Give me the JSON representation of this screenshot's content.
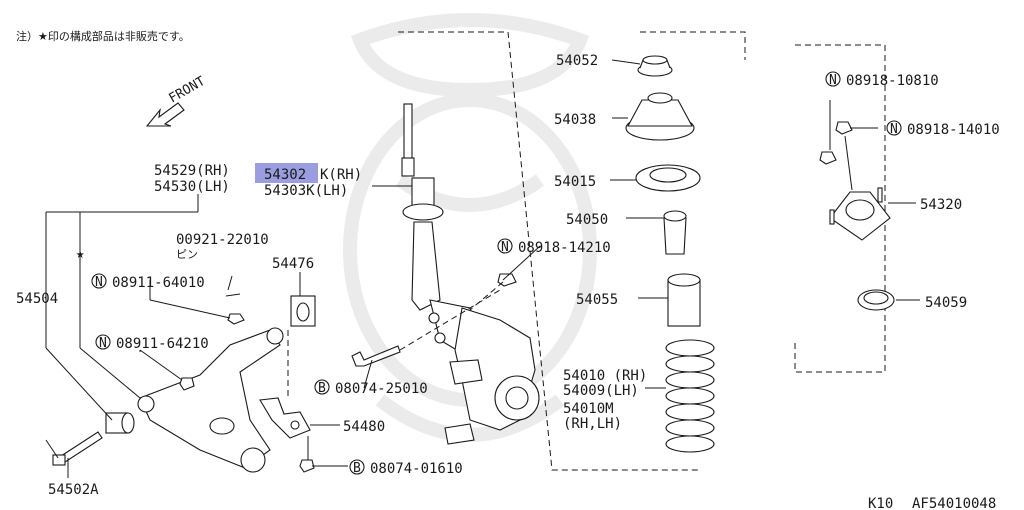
{
  "note": "注）★印の構成部品は非販売です。",
  "front_label": "FRONT",
  "highlight_color": "#9a9ee0",
  "labels": {
    "p54052": "54052",
    "p54038": "54038",
    "p54015": "54015",
    "p54050": "54050",
    "p54055": "54055",
    "p54010_rh": "54010 (RH)",
    "p54009_lh": "54009(LH)",
    "p54010m": "54010M",
    "p54010m_sub": "(RH,LH)",
    "p54320": "54320",
    "p54059": "54059",
    "bolt_10810": "08918-10810",
    "bolt_14010": "08918-14010",
    "bolt_14210": "08918-14210",
    "p54529": "54529(RH)",
    "p54530": "54530(LH)",
    "p54302_hl": "54302",
    "p54302_rest": "K(RH)",
    "p54303": "54303K(LH)",
    "p00921": "00921-22010",
    "pin_label": "ピン",
    "p54476": "54476",
    "p54504": "54504",
    "bolt_64010": "08911-64010",
    "bolt_64210": "08911-64210",
    "bolt_25010": "08074-25010",
    "p54480": "54480",
    "bolt_01610": "08074-01610",
    "p54502a": "54502A",
    "footer_k10": "K10",
    "footer_code": "AF54010048",
    "mark_n": "N",
    "mark_b": "B",
    "star": "★"
  }
}
